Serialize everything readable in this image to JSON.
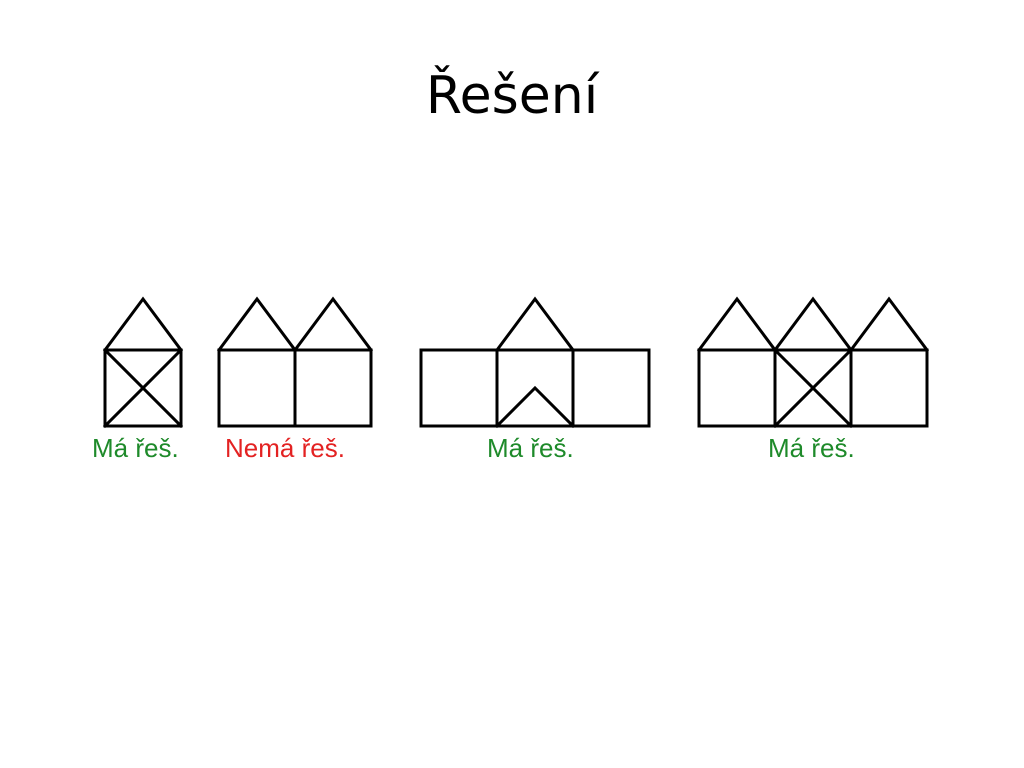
{
  "title": "Řešení",
  "figures": [
    {
      "label": "Má řeš.",
      "status": "ok"
    },
    {
      "label": "Nemá řeš.",
      "status": "no"
    },
    {
      "label": "Má řeš.",
      "status": "ok"
    },
    {
      "label": "Má řeš.",
      "status": "ok"
    }
  ],
  "colors": {
    "ok": "#1e8a2a",
    "no": "#e32222",
    "stroke": "#000000"
  }
}
